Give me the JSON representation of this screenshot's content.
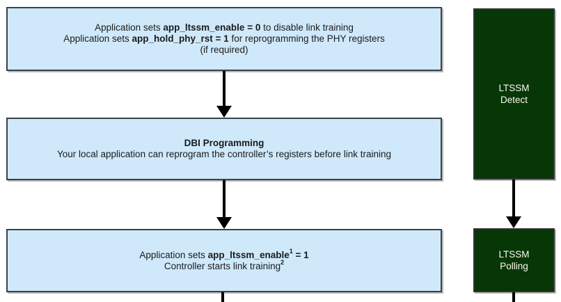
{
  "colors": {
    "process_fill": "#cfe9fb",
    "process_border": "#36424a",
    "state_fill": "#073607",
    "state_border": "#333333",
    "state_text": "#fbfbef",
    "arrow": "#000000",
    "text": "#1a1a1a",
    "background": "#ffffff"
  },
  "flow": {
    "step1": {
      "l1a": "Application sets ",
      "l1b": "app_ltssm_enable = 0",
      "l1c": " to disable link training",
      "l2a": "Application sets ",
      "l2b": "app_hold_phy_rst = 1",
      "l2c": " for reprogramming the PHY registers",
      "l3": "(if required)"
    },
    "step2": {
      "title": "DBI Programming",
      "body": "Your local application can reprogram the controller’s registers before link training"
    },
    "step3": {
      "l1a": "Application sets ",
      "l1b": "app_ltssm_enable",
      "l1sup": "1",
      "l1c": " = 1",
      "l2a": "Controller starts link training",
      "l2sup": "2"
    }
  },
  "ltssm": {
    "state1": {
      "line1": "LTSSM",
      "line2": "Detect"
    },
    "state2": {
      "line1": "LTSSM",
      "line2": "Polling"
    }
  }
}
